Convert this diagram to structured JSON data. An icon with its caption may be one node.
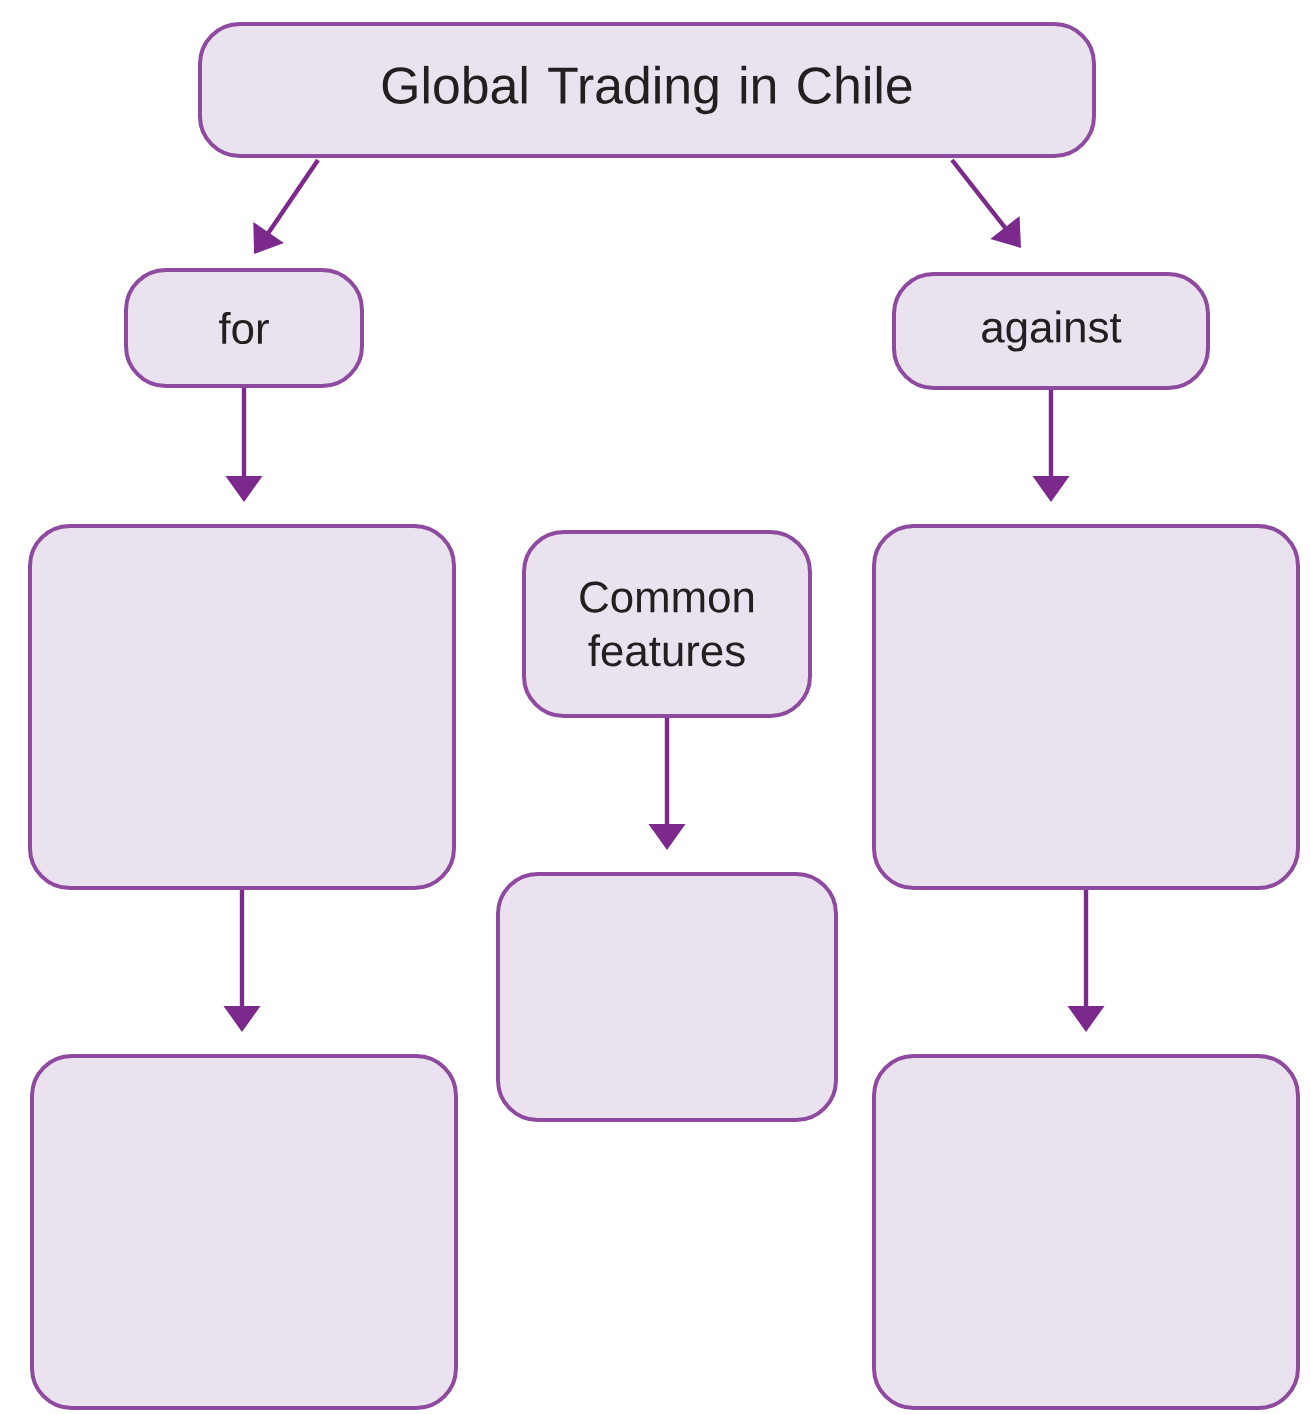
{
  "diagram": {
    "nodes": [
      {
        "text": [
          "Global Trading in Chile"
        ]
      },
      {
        "text": [
          "for"
        ]
      },
      {
        "text": [
          "against"
        ]
      },
      {
        "text": [],
        "shape": "box"
      },
      {
        "text": [
          "Common features"
        ]
      },
      {
        "text": [],
        "shape": "box"
      },
      {
        "text": [],
        "shape": "box"
      },
      {
        "text": [],
        "shape": "box"
      },
      {
        "text": [],
        "shape": "box"
      }
    ],
    "edges": [
      {
        "from": 0,
        "to": 1,
        "arrow": "to"
      },
      {
        "from": 0,
        "to": 2,
        "arrow": "to"
      },
      {
        "from": 1,
        "to": 3,
        "arrow": "to"
      },
      {
        "from": 2,
        "to": 5,
        "arrow": "to"
      },
      {
        "from": 4,
        "to": 7,
        "arrow": "to"
      },
      {
        "from": 3,
        "to": 6,
        "arrow": "to"
      },
      {
        "from": 5,
        "to": 8,
        "arrow": "to"
      }
    ]
  }
}
